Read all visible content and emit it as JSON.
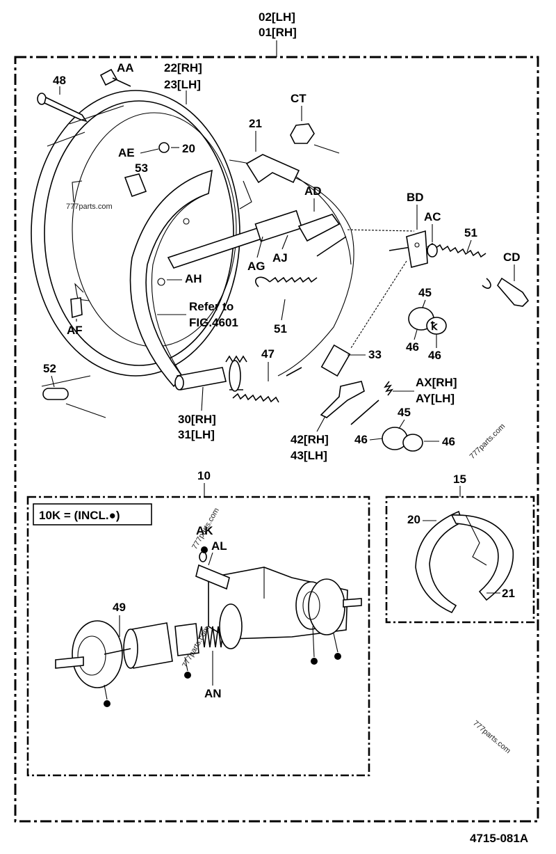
{
  "figure_code": "4715-081A",
  "assembly_labels": [
    "02[LH]",
    "01[RH]"
  ],
  "callouts": {
    "p48": "48",
    "aa": "AA",
    "p22_23": [
      "22[RH]",
      "23[LH]"
    ],
    "ct": "CT",
    "p21": "21",
    "p20": "20",
    "ae": "AE",
    "p53": "53",
    "ad": "AD",
    "bd": "BD",
    "ac": "AC",
    "p51a": "51",
    "cd": "CD",
    "ag": "AG",
    "aj": "AJ",
    "ah": "AH",
    "refer": [
      "Refer to",
      "FIG.4601"
    ],
    "af": "AF",
    "p51b": "51",
    "p45a": "45",
    "p46a": "46",
    "p46b": "46",
    "p33": "33",
    "p52": "52",
    "p47": "47",
    "p30_31": [
      "30[RH]",
      "31[LH]"
    ],
    "ax_ay": [
      "AX[RH]",
      "AY[LH]"
    ],
    "p45b": "45",
    "p46c": "46",
    "p46d": "46",
    "p42_43": [
      "42[RH]",
      "43[LH]"
    ]
  },
  "cylinder_box": {
    "number": "10",
    "kit_note": "10K = (INCL.●)",
    "callouts": {
      "ak": "AK",
      "al": "AL",
      "p49": "49",
      "an": "AN"
    }
  },
  "shoe_box": {
    "number": "15",
    "callouts": {
      "p20": "20",
      "p21": "21"
    }
  },
  "watermark": "777parts.com"
}
